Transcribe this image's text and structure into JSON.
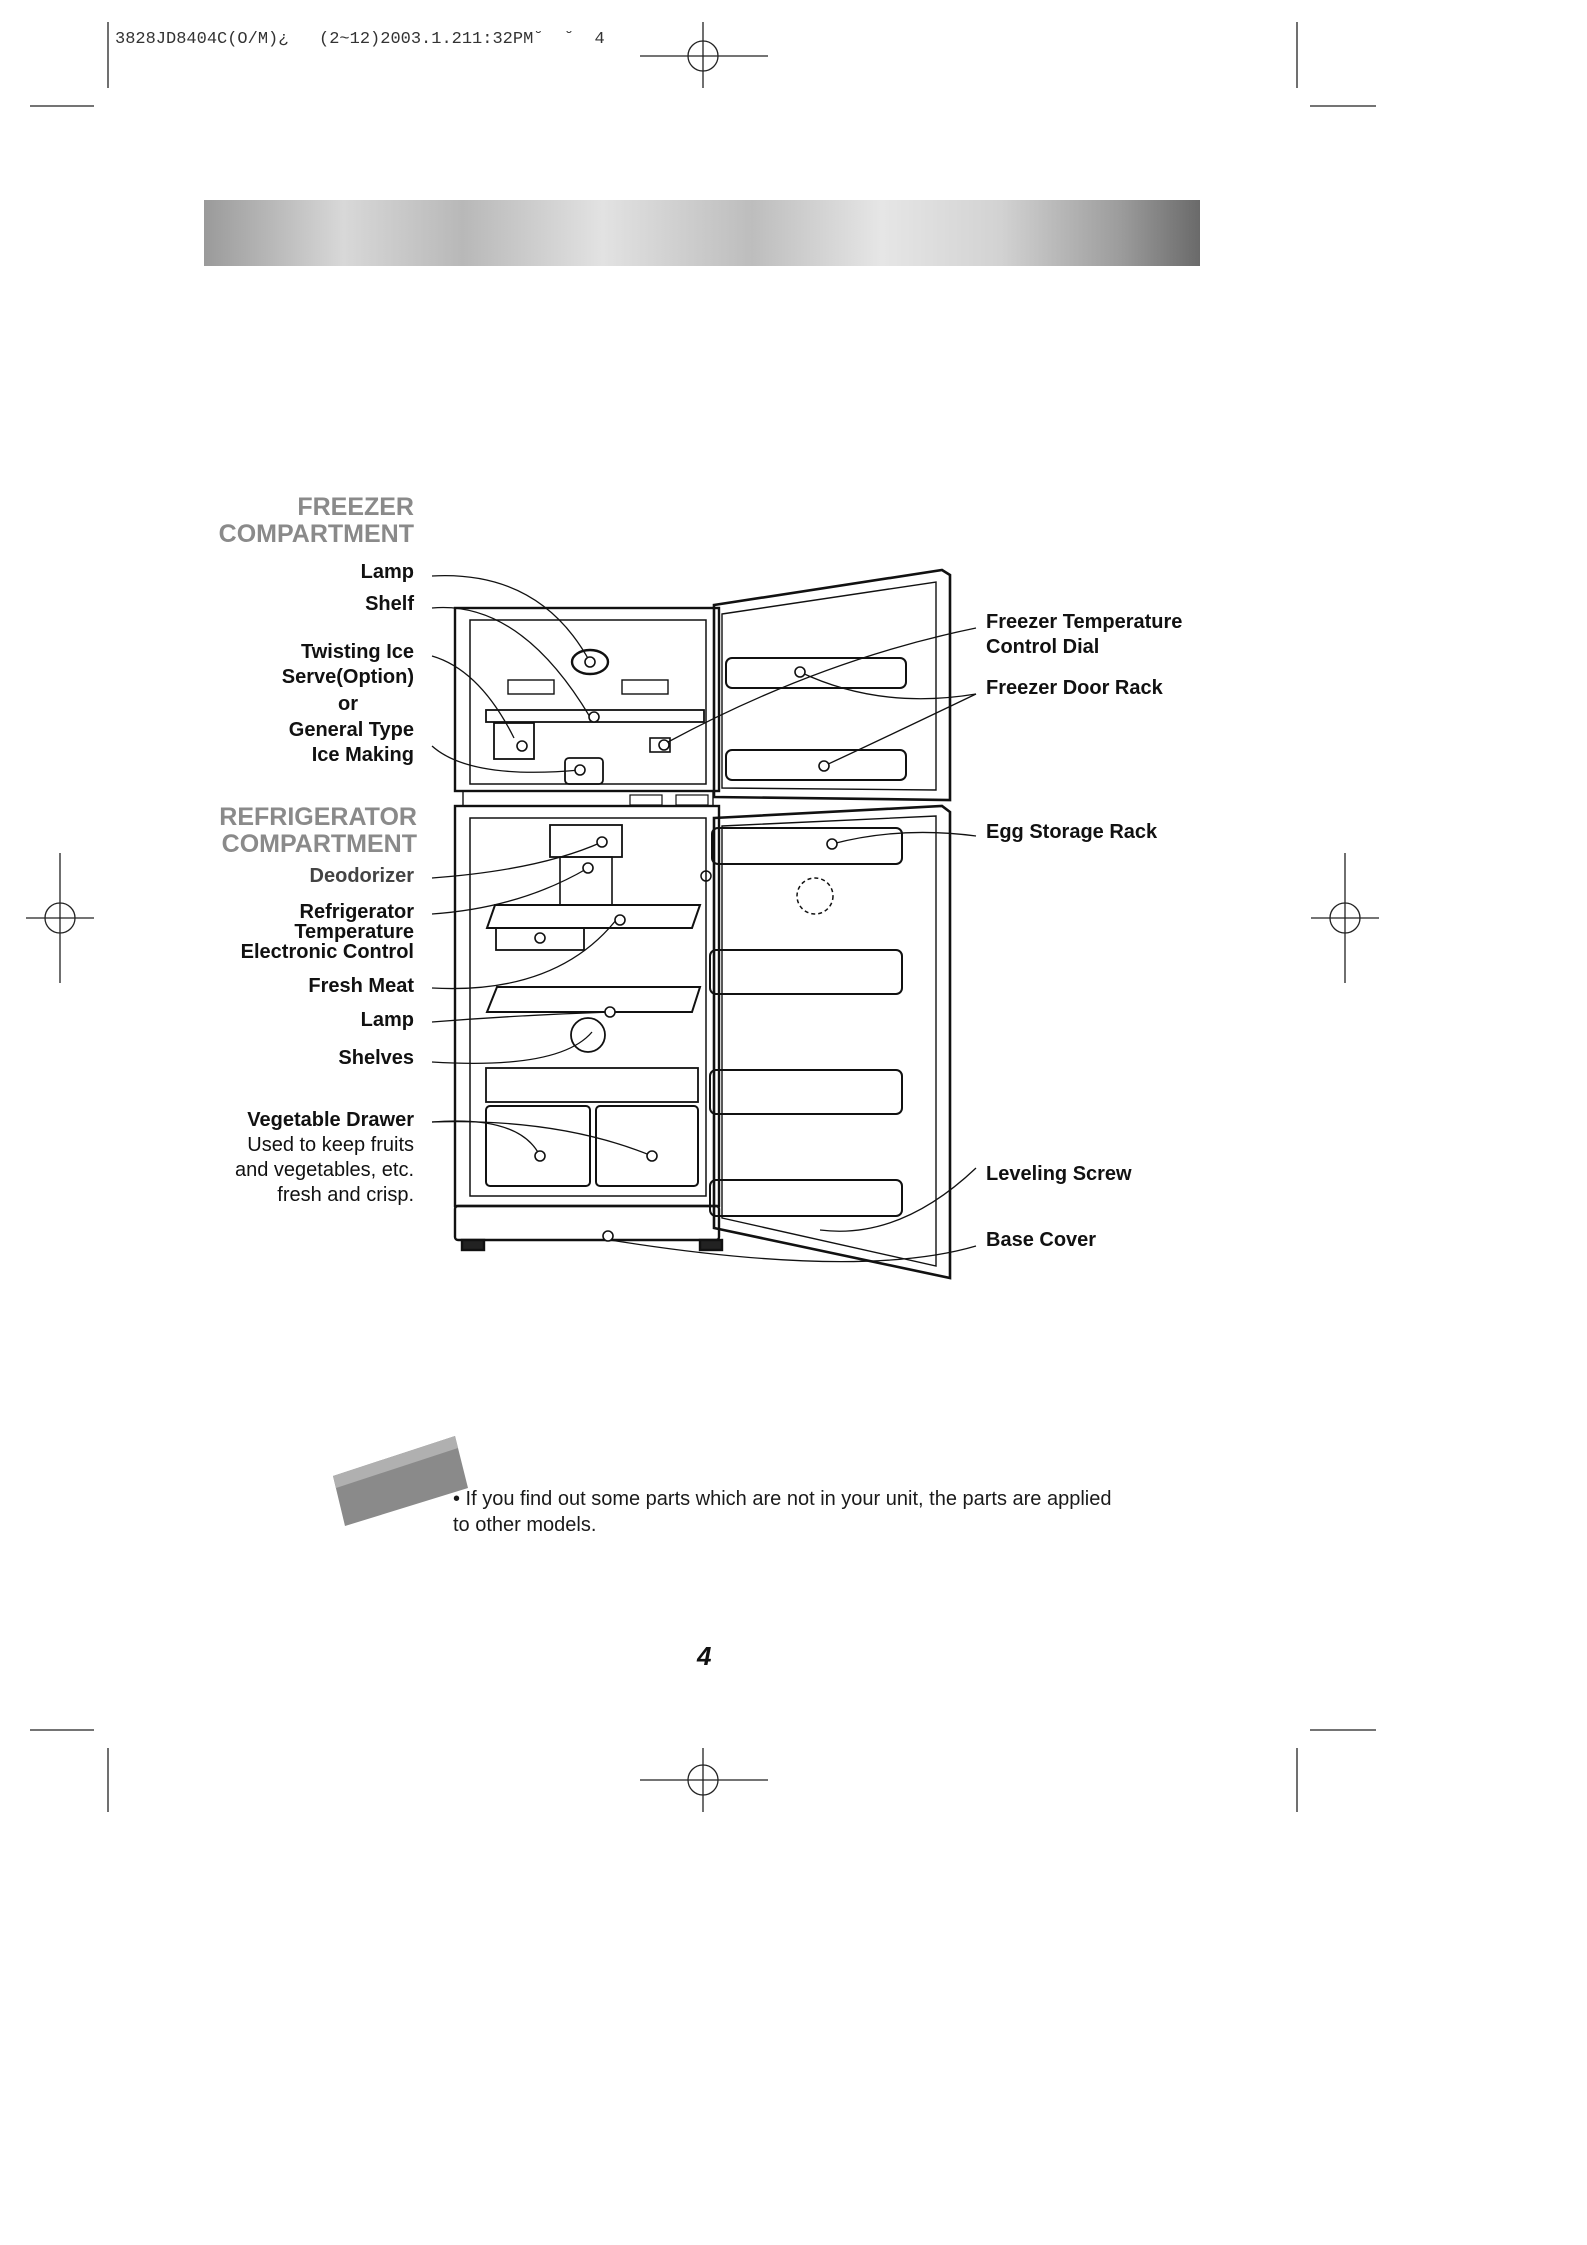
{
  "header": {
    "meta": "3828JD8404C(O/M)¿   (2~12)2003.1.211:32PM˘  ˘  4"
  },
  "freezer": {
    "heading_line1": "FREEZER",
    "heading_line2": "COMPARTMENT",
    "lamp": "Lamp",
    "shelf": "Shelf",
    "twisting_1": "Twisting Ice",
    "twisting_2": "Serve(Option)",
    "or": "or",
    "general_1": "General Type",
    "general_2": "Ice Making"
  },
  "refrigerator": {
    "heading_line1": "REFRIGERATOR",
    "heading_line2": "COMPARTMENT",
    "deodorizer": "Deodorizer",
    "control_1": "Refrigerator",
    "control_2": "Temperature",
    "control_3": "Electronic Control",
    "fresh_meat": "Fresh Meat",
    "lamp": "Lamp",
    "shelves": "Shelves",
    "veg_title": "Vegetable Drawer",
    "veg_desc_1": "Used to keep fruits",
    "veg_desc_2": "and vegetables, etc.",
    "veg_desc_3": "fresh and crisp."
  },
  "right_labels": {
    "freezer_temp_1": "Freezer Temperature",
    "freezer_temp_2": "Control Dial",
    "freezer_door_rack": "Freezer Door Rack",
    "egg_storage_rack": "Egg Storage Rack",
    "leveling_screw": "Leveling Screw",
    "base_cover": "Base Cover"
  },
  "note": {
    "text": "• If you find out some parts which are not in your unit, the parts are applied to other models."
  },
  "page_number": "4"
}
